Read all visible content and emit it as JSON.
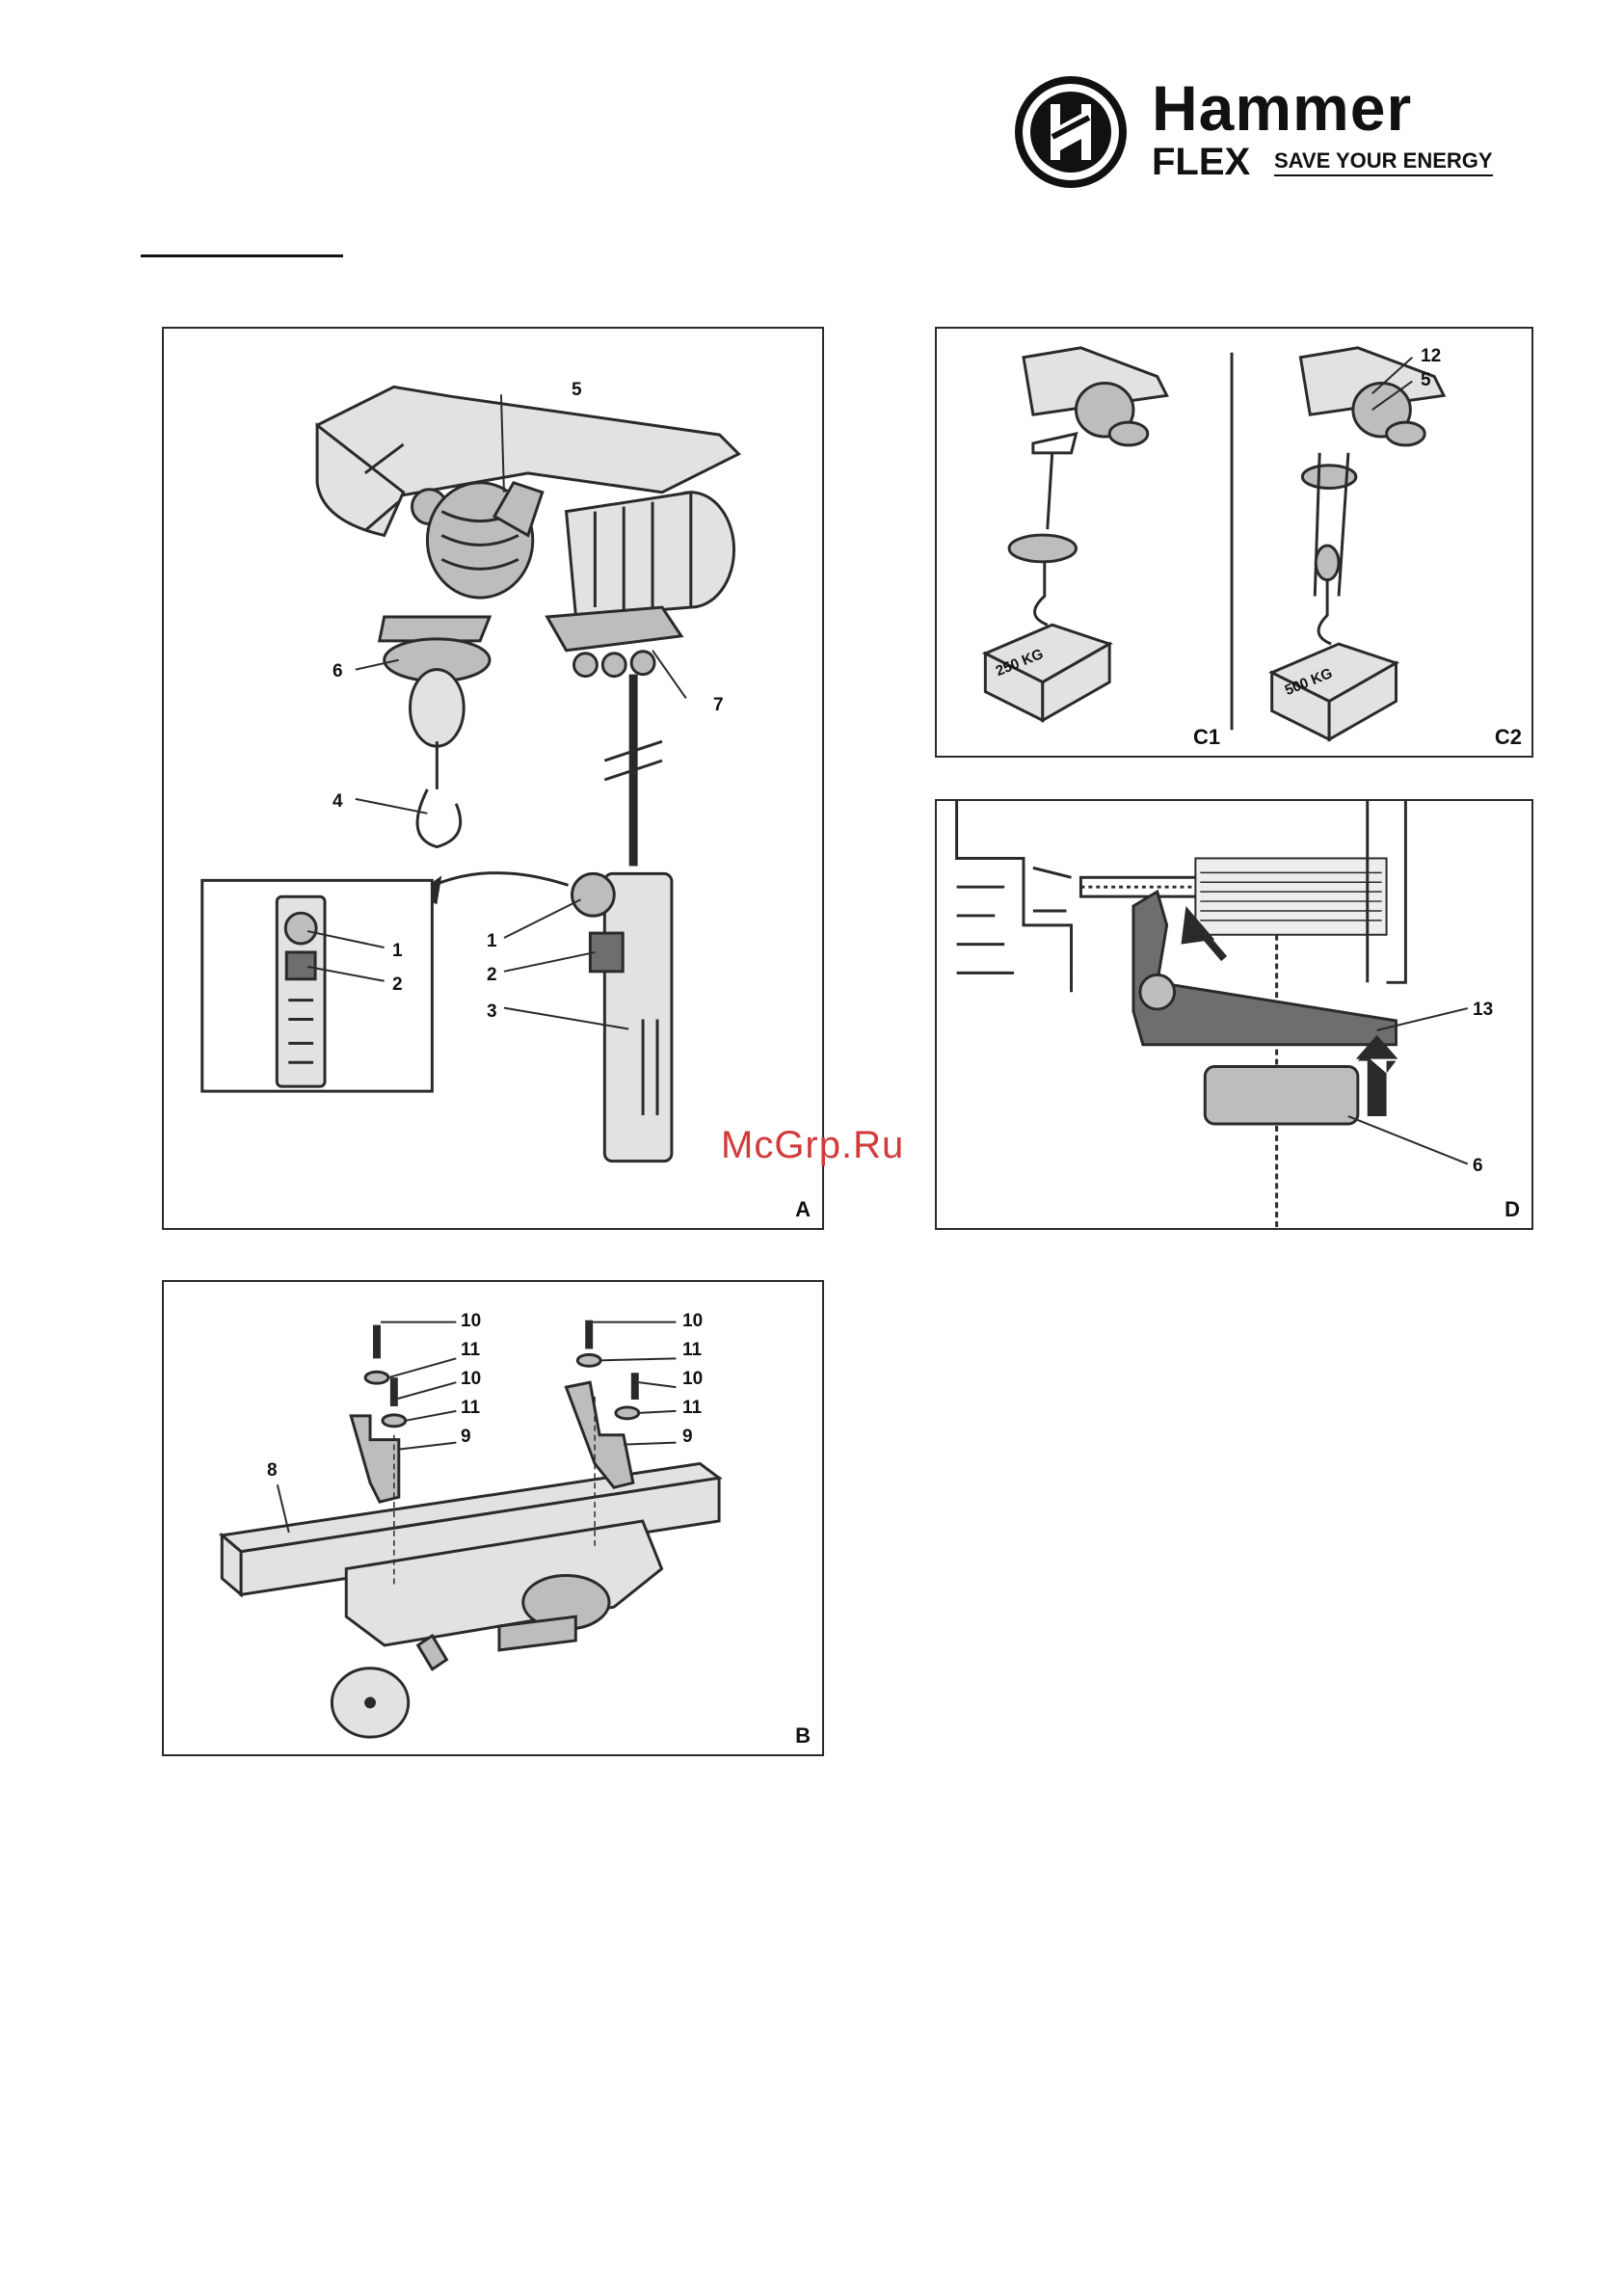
{
  "logo": {
    "brand": "Hammer",
    "sub": "FLEX",
    "slogan": "SAVE YOUR ENERGY",
    "icon": "hammer-flex-emblem-icon"
  },
  "watermark": "McGrp.Ru",
  "figures": {
    "A": {
      "label": "A",
      "callouts": {
        "c1": "1",
        "c2": "2",
        "c3": "3",
        "c4": "4",
        "c5": "5",
        "c6": "6",
        "c7": "7",
        "inset1": "1",
        "inset2": "2"
      }
    },
    "B": {
      "label": "B",
      "callouts": {
        "c8": "8",
        "c9a": "9",
        "c9b": "9",
        "c10a": "10",
        "c10b": "10",
        "c10c": "10",
        "c10d": "10",
        "c11a": "11",
        "c11b": "11",
        "c11c": "11",
        "c11d": "11"
      }
    },
    "C": {
      "label_left": "C1",
      "label_right": "C2",
      "weight_left": "250 KG",
      "weight_right": "500 KG",
      "callouts": {
        "c12": "12",
        "c5": "5"
      }
    },
    "D": {
      "label": "D",
      "callouts": {
        "c13": "13",
        "c6": "6"
      }
    }
  },
  "colors": {
    "watermark": "#d23a3a",
    "ink": "#111111",
    "panel_border": "#2a2a2a"
  }
}
